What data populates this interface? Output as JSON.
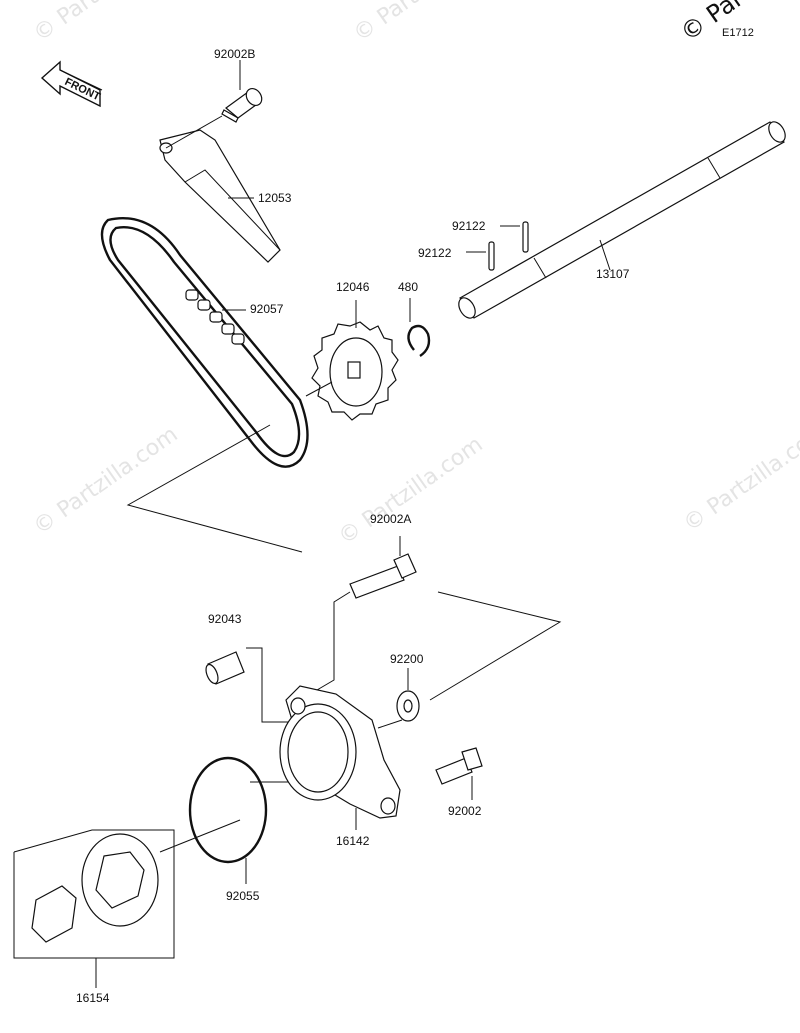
{
  "diagram_code": "E1712",
  "copyright": "© Partzilla.com",
  "watermarks": [
    "© Partzilla.com",
    "© Partzilla.com",
    "© Partzilla.com",
    "© Partzilla.com",
    "© Partzilla.com"
  ],
  "front_label": "FRONT",
  "parts": [
    {
      "id": "92002B"
    },
    {
      "id": "12053"
    },
    {
      "id": "92057"
    },
    {
      "id": "12046"
    },
    {
      "id": "480"
    },
    {
      "id": "92122"
    },
    {
      "id": "92122"
    },
    {
      "id": "13107"
    },
    {
      "id": "92002A"
    },
    {
      "id": "92043"
    },
    {
      "id": "92200"
    },
    {
      "id": "92002"
    },
    {
      "id": "16142"
    },
    {
      "id": "92055"
    },
    {
      "id": "16154"
    }
  ]
}
